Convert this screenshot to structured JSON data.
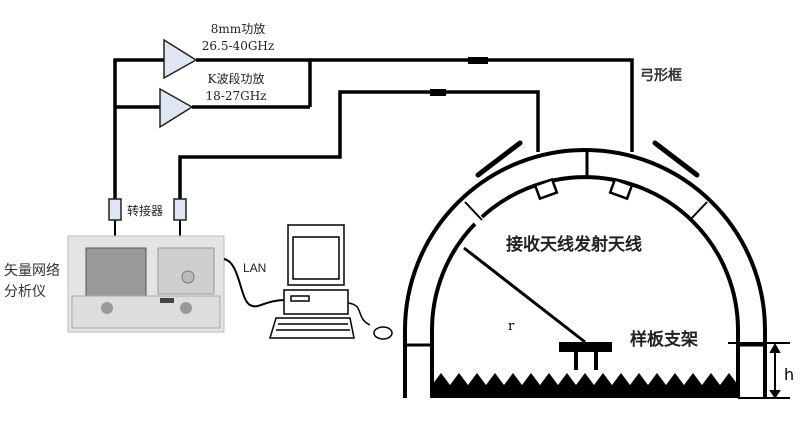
{
  "amplifiers": [
    {
      "name": "8mm功放",
      "band": "26.5-40GHz"
    },
    {
      "name": "K波段功放",
      "band": "18-27GHz"
    }
  ],
  "adapter_label": "转接器",
  "vna_label": [
    "矢量网络",
    "分析仪"
  ],
  "lan_label": "LAN",
  "arch_label": "弓形框",
  "antenna_label": "接收天线发射天线",
  "holder_label": "样板支架",
  "radius_label": "r",
  "height_label": "h",
  "colors": {
    "amplifier_fill": "#dde6f2",
    "wire": "#000000"
  }
}
